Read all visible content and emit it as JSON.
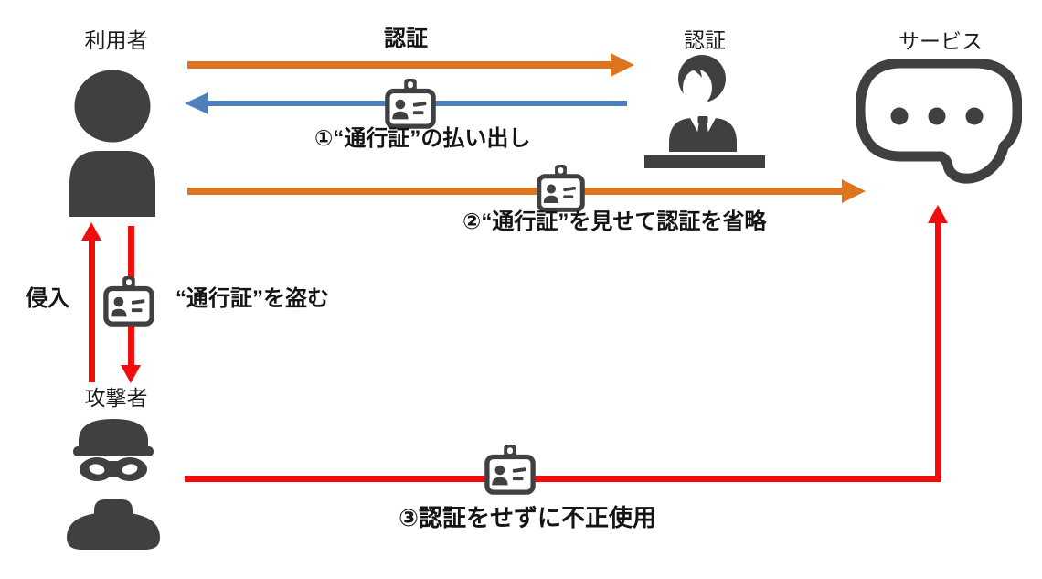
{
  "colors": {
    "orange": "#DD7420",
    "blue": "#4E80BC",
    "red": "#F20D0D",
    "dark": "#404040",
    "text": "#141414"
  },
  "nodes": {
    "user": {
      "label": "利用者",
      "icon": "person-icon"
    },
    "authenticator": {
      "label": "認証",
      "icon": "receptionist-desk-icon"
    },
    "service": {
      "label": "サービス",
      "icon": "chat-bubble-icon"
    },
    "attacker": {
      "label": "攻撃者",
      "icon": "thief-icon"
    }
  },
  "arrows": {
    "auth_request": {
      "label": "認証",
      "color": "orange",
      "from": "user",
      "to": "authenticator",
      "direction": "right"
    },
    "pass_issue": {
      "label": "①“通行証”の払い出し",
      "color": "blue",
      "from": "authenticator",
      "to": "user",
      "direction": "left",
      "icon": "id-badge-icon"
    },
    "pass_show": {
      "label": "②“通行証”を見せて認証を省略",
      "color": "orange",
      "from": "user",
      "to": "service",
      "direction": "right",
      "icon": "id-badge-icon"
    },
    "intrusion": {
      "label": "侵入",
      "color": "red",
      "from": "attacker",
      "to": "user",
      "direction": "up"
    },
    "pass_steal": {
      "label": "“通行証”を盗む",
      "color": "red",
      "from": "user",
      "to": "attacker",
      "direction": "down",
      "icon": "id-badge-icon"
    },
    "misuse": {
      "label": "③認証をせずに不正使用",
      "color": "red",
      "from": "attacker",
      "to": "service",
      "direction": "up-right",
      "icon": "id-badge-icon"
    }
  }
}
